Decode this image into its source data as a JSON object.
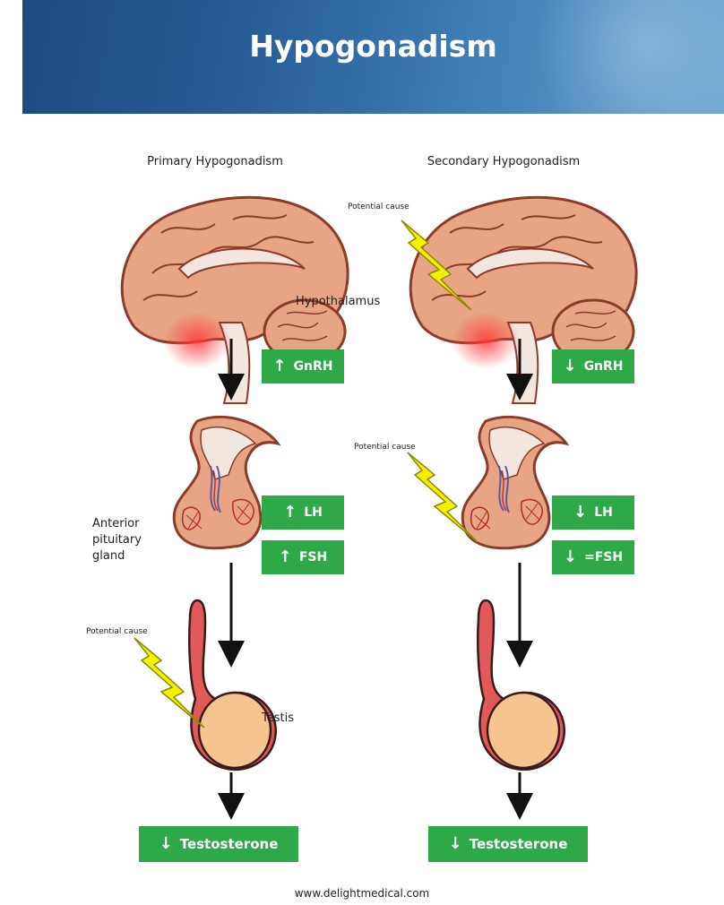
{
  "title": "Hypogonadism",
  "columns": {
    "primary": {
      "title": "Primary Hypogonadism",
      "gnrh": {
        "arrow": "↑",
        "text": "GnRH"
      },
      "lh": {
        "arrow": "↑",
        "text": "LH"
      },
      "fsh": {
        "arrow": "↑",
        "text": "FSH"
      },
      "potential_cause": "Potential cause",
      "testosterone": {
        "arrow": "↓",
        "text": "Testosterone"
      }
    },
    "secondary": {
      "title": "Secondary Hypogonadism",
      "gnrh": {
        "arrow": "↓",
        "text": "GnRH"
      },
      "lh": {
        "arrow": "↓",
        "text": "LH"
      },
      "fsh": {
        "arrow": "↓",
        "text": "=FSH"
      },
      "potential_cause_brain": "Potential cause",
      "potential_cause_pituitary": "Potential cause",
      "testosterone": {
        "arrow": "↓",
        "text": "Testosterone"
      }
    }
  },
  "labels": {
    "hypothalamus": "Hypothalamus",
    "anterior_pituitary": [
      "Anterior",
      "pituitary",
      "gland"
    ],
    "testis": "Testis"
  },
  "colors": {
    "banner": "#2a5f9b",
    "green_box": "#2fa84a",
    "brain": "#e8a585",
    "lightning": "#f5f000"
  },
  "footer": "www.delightmedical.com"
}
